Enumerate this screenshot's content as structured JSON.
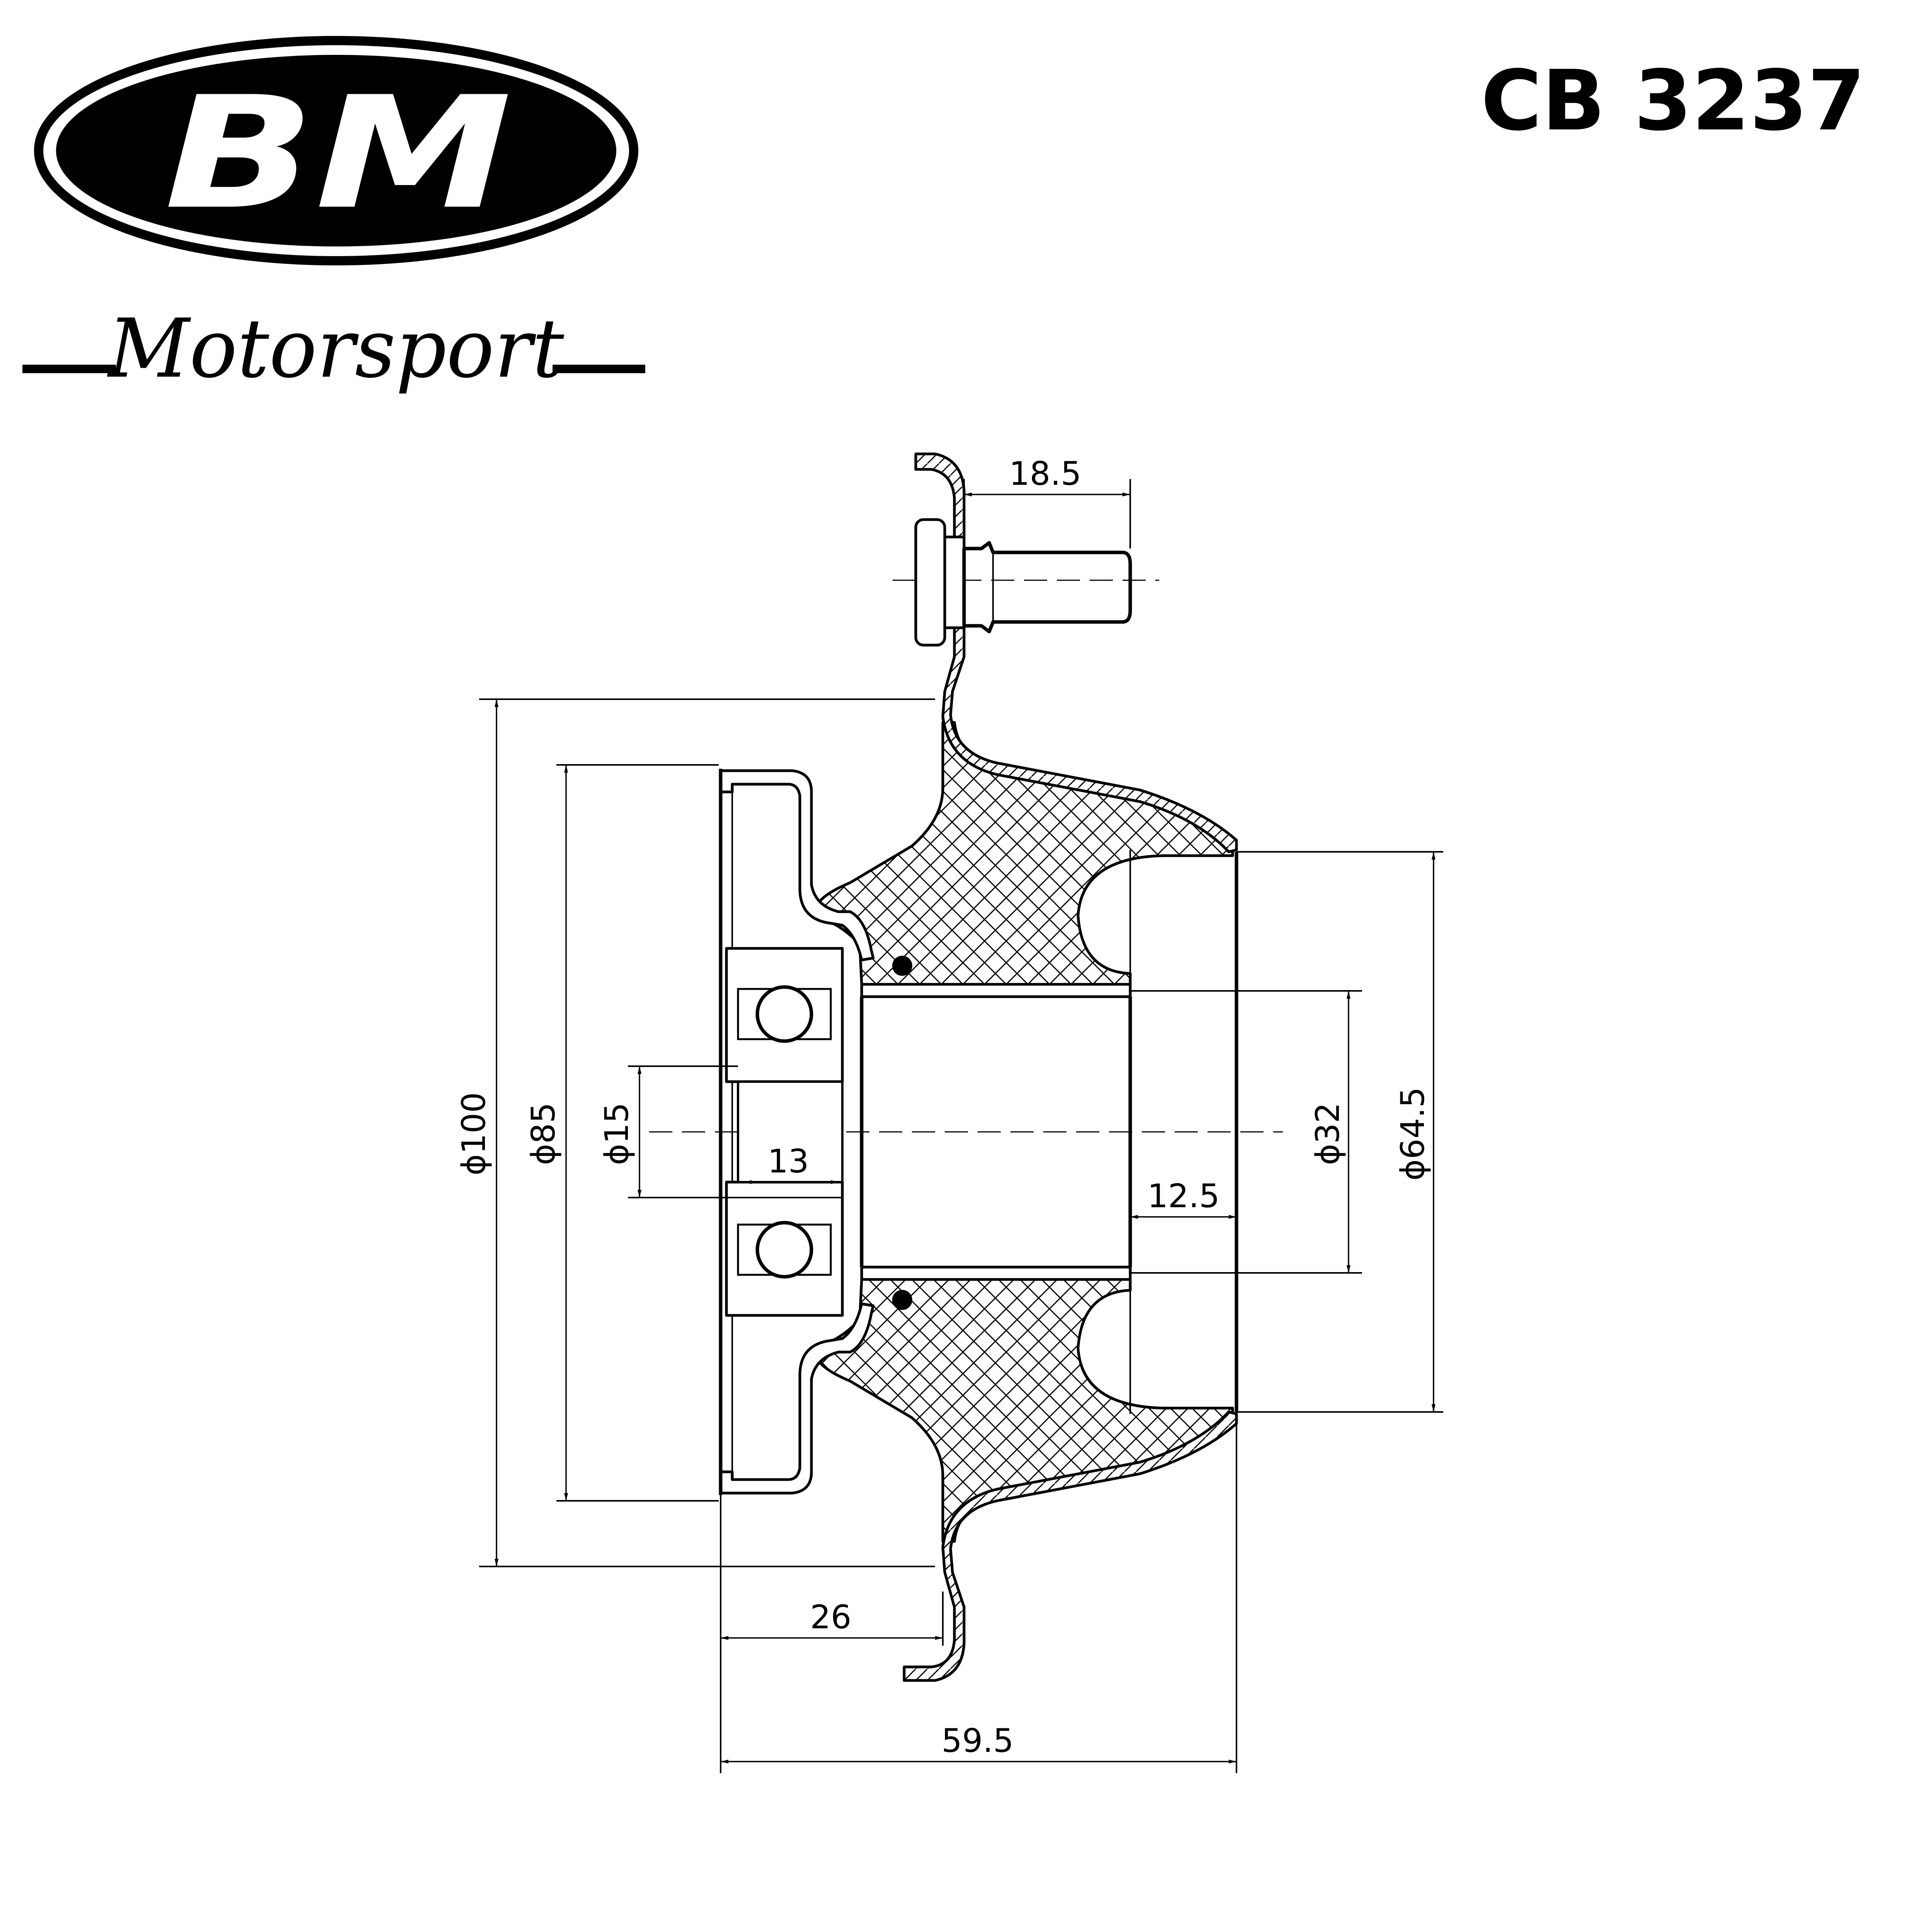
{
  "brand": {
    "logo_text": "BM",
    "tagline": "Motorsport"
  },
  "part_number": "CB 3237",
  "dimensions": {
    "stud_offset": "18.5",
    "outer_diameter": "ϕ100",
    "seat_diameter": "ϕ85",
    "bore_diameter": "ϕ15",
    "bearing_width": "13",
    "sleeve_diameter": "ϕ32",
    "body_diameter": "ϕ64.5",
    "sleeve_recess": "12.5",
    "flange_depth": "26",
    "overall_length": "59.5"
  }
}
